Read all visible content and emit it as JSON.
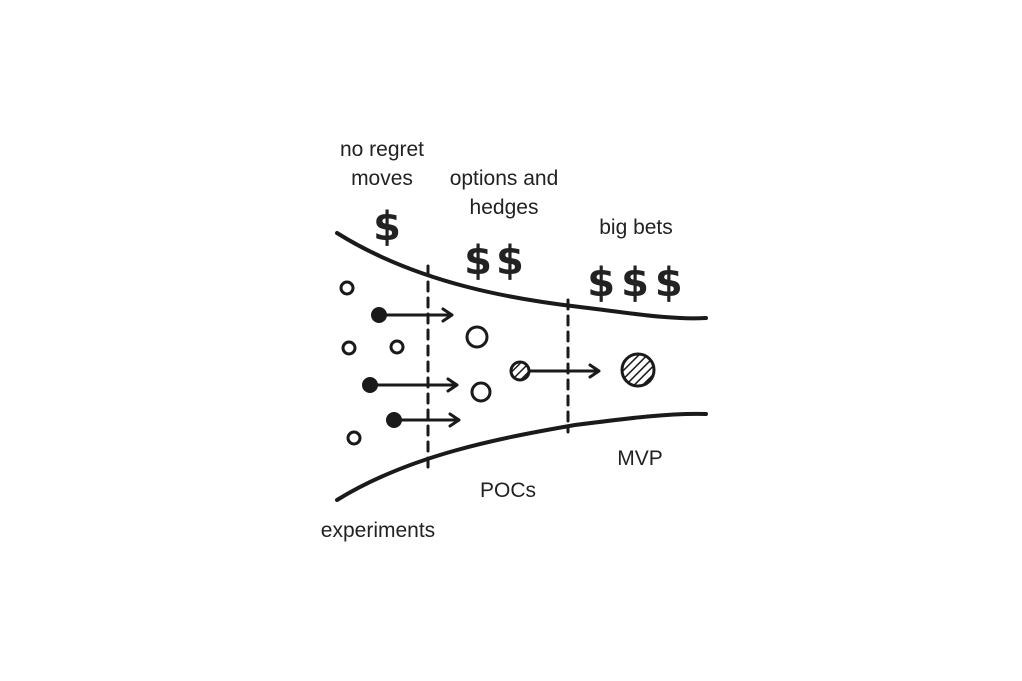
{
  "diagram": {
    "stages": [
      {
        "id": "no-regret",
        "title_lines": [
          "no regret",
          "moves"
        ],
        "cost": "$"
      },
      {
        "id": "options",
        "title_lines": [
          "options and",
          "hedges"
        ],
        "cost": "$$"
      },
      {
        "id": "big-bets",
        "title_lines": [
          "big bets"
        ],
        "cost": "$$$"
      }
    ],
    "phases": {
      "experiments": "experiments",
      "pocs": "POCs",
      "mvp": "MVP"
    },
    "colors": {
      "ink": "#1a1a1a",
      "background": "#ffffff"
    }
  }
}
